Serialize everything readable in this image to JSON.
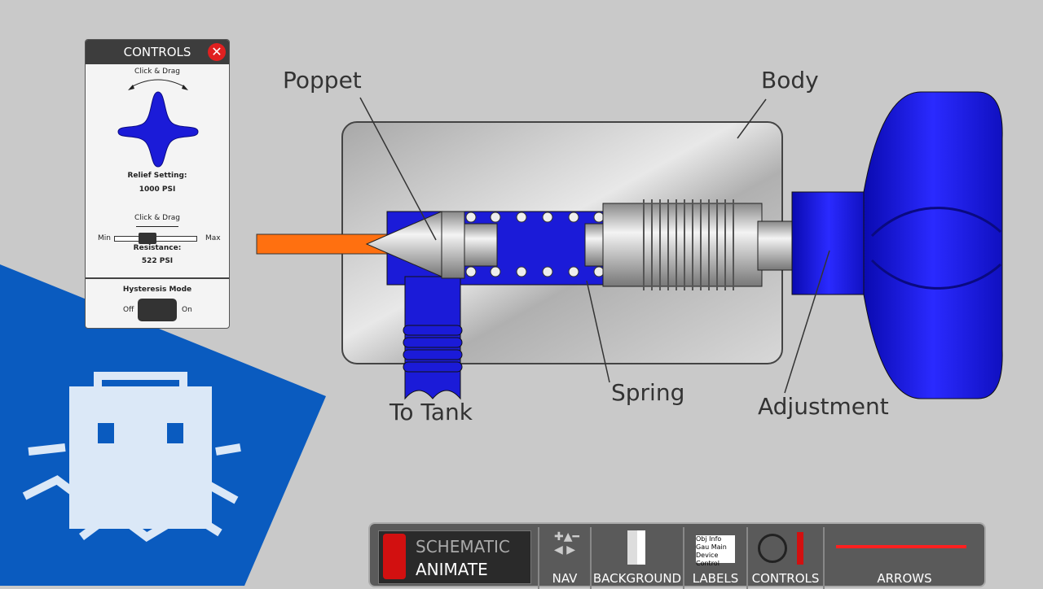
{
  "labels": {
    "poppet": "Poppet",
    "body": "Body",
    "to_tank": "To Tank",
    "spring": "Spring",
    "adjustment": "Adjustment"
  },
  "controls_panel": {
    "title": "CONTROLS",
    "close": "✕",
    "knob_hint": "Click & Drag",
    "relief_label": "Relief Setting:",
    "relief_value": "1000 PSI",
    "slider_hint": "Click & Drag",
    "slider_min": "Min",
    "slider_max": "Max",
    "resistance_label": "Resistance:",
    "resistance_value": "522 PSI",
    "slider_position": 0.4,
    "hysteresis_label": "Hysteresis Mode",
    "off": "Off",
    "on": "On",
    "hysteresis_on": false
  },
  "toolbar": {
    "schematic": "SCHEMATIC",
    "animate": "ANIMATE",
    "nav": "NAV",
    "background": "BACKGROUND",
    "labels": "LABELS",
    "labels_icon_words": [
      "Obj",
      "Info",
      "Gau",
      "Main",
      "Device",
      "Control"
    ],
    "controls": "CONTROLS",
    "arrows": "ARROWS"
  },
  "colors": {
    "blue": "#1b1bd8",
    "orange": "#ff7010",
    "brand_blue": "#0a5bbf",
    "active_red": "#e02020"
  }
}
